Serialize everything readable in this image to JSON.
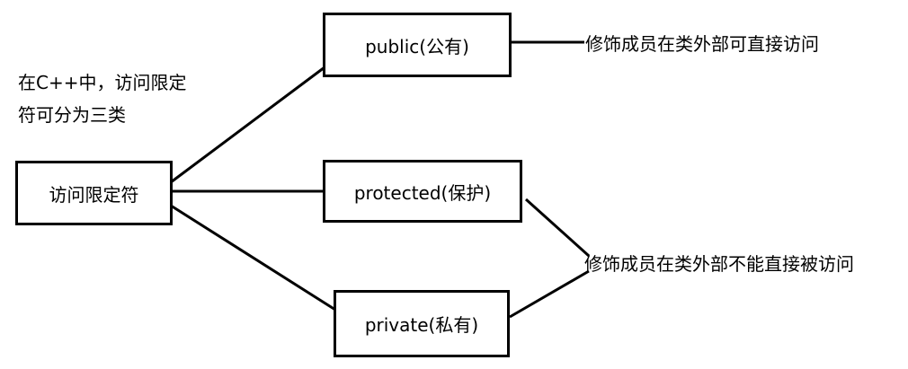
{
  "diagram": {
    "intro": {
      "line1": "在C++中，访问限定",
      "line2": "符可分为三类"
    },
    "root": "访问限定符",
    "nodes": {
      "public": "public(公有)",
      "protected": "protected(保护)",
      "private": "private(私有)"
    },
    "descriptions": {
      "public": "修饰成员在类外部可直接访问",
      "protected_private": "修饰成员在类外部不能直接被访问"
    }
  }
}
